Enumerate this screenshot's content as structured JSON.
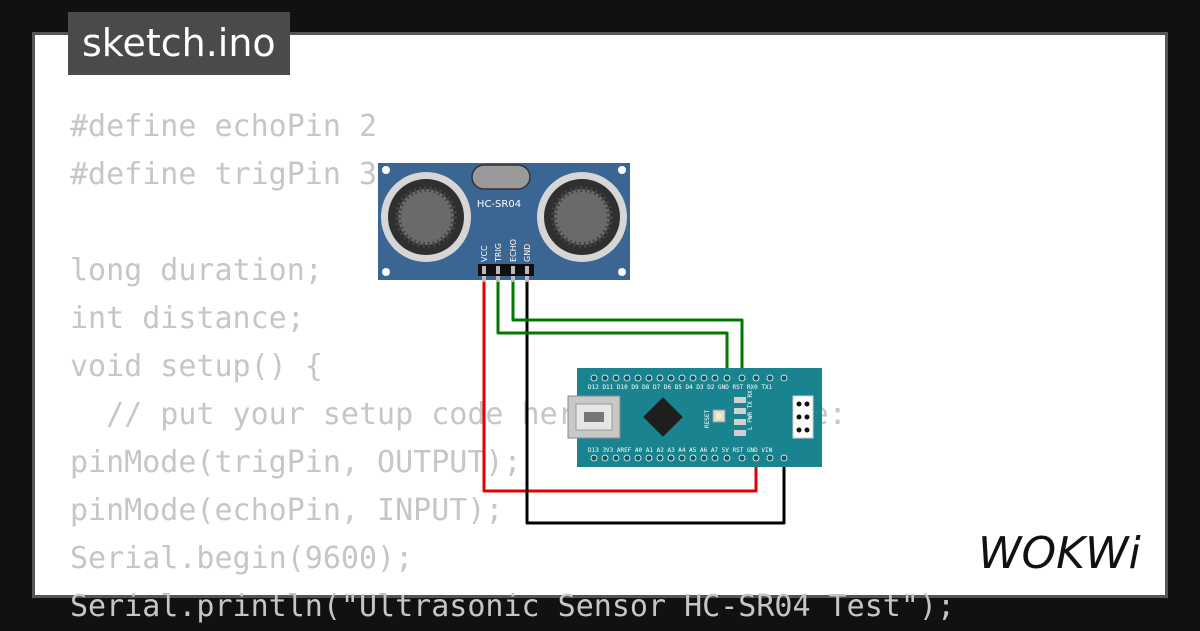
{
  "tab": {
    "title": "sketch.ino"
  },
  "code": {
    "lines": [
      "#define echoPin 2",
      "#define trigPin 3",
      "",
      "long duration;",
      "int distance;",
      "void setup() {",
      "  // put your setup code here, to run once:",
      "pinMode(trigPin, OUTPUT);",
      "pinMode(echoPin, INPUT);",
      "Serial.begin(9600);",
      "Serial.println(\"Ultrasonic Sensor HC-SR04 Test\");"
    ]
  },
  "sensor": {
    "model": "HC-SR04",
    "pins": [
      "VCC",
      "TRIG",
      "ECHO",
      "GND"
    ]
  },
  "board": {
    "top_pins": "D12 D11 D10 D9 D8 D7 D6 D5 D4 D3 D2 GND RST RX0 TX1",
    "bottom_pins": "D13 3V3 AREF A0 A1 A2 A3 A4 A5 A6 A7 5V RST GND VIN",
    "leds": "L PWR TX RX",
    "reset_label": "RESET"
  },
  "logo": {
    "text": "WOKWi"
  },
  "colors": {
    "background": "#111111",
    "card": "#ffffff",
    "code_text": "#c6c6c6",
    "tab_bg": "#4a4a4a",
    "sensor_blue": "#3b6592",
    "board_teal": "#19848f",
    "wire_red": "#e30000",
    "wire_green": "#007a00",
    "wire_black": "#000000"
  }
}
